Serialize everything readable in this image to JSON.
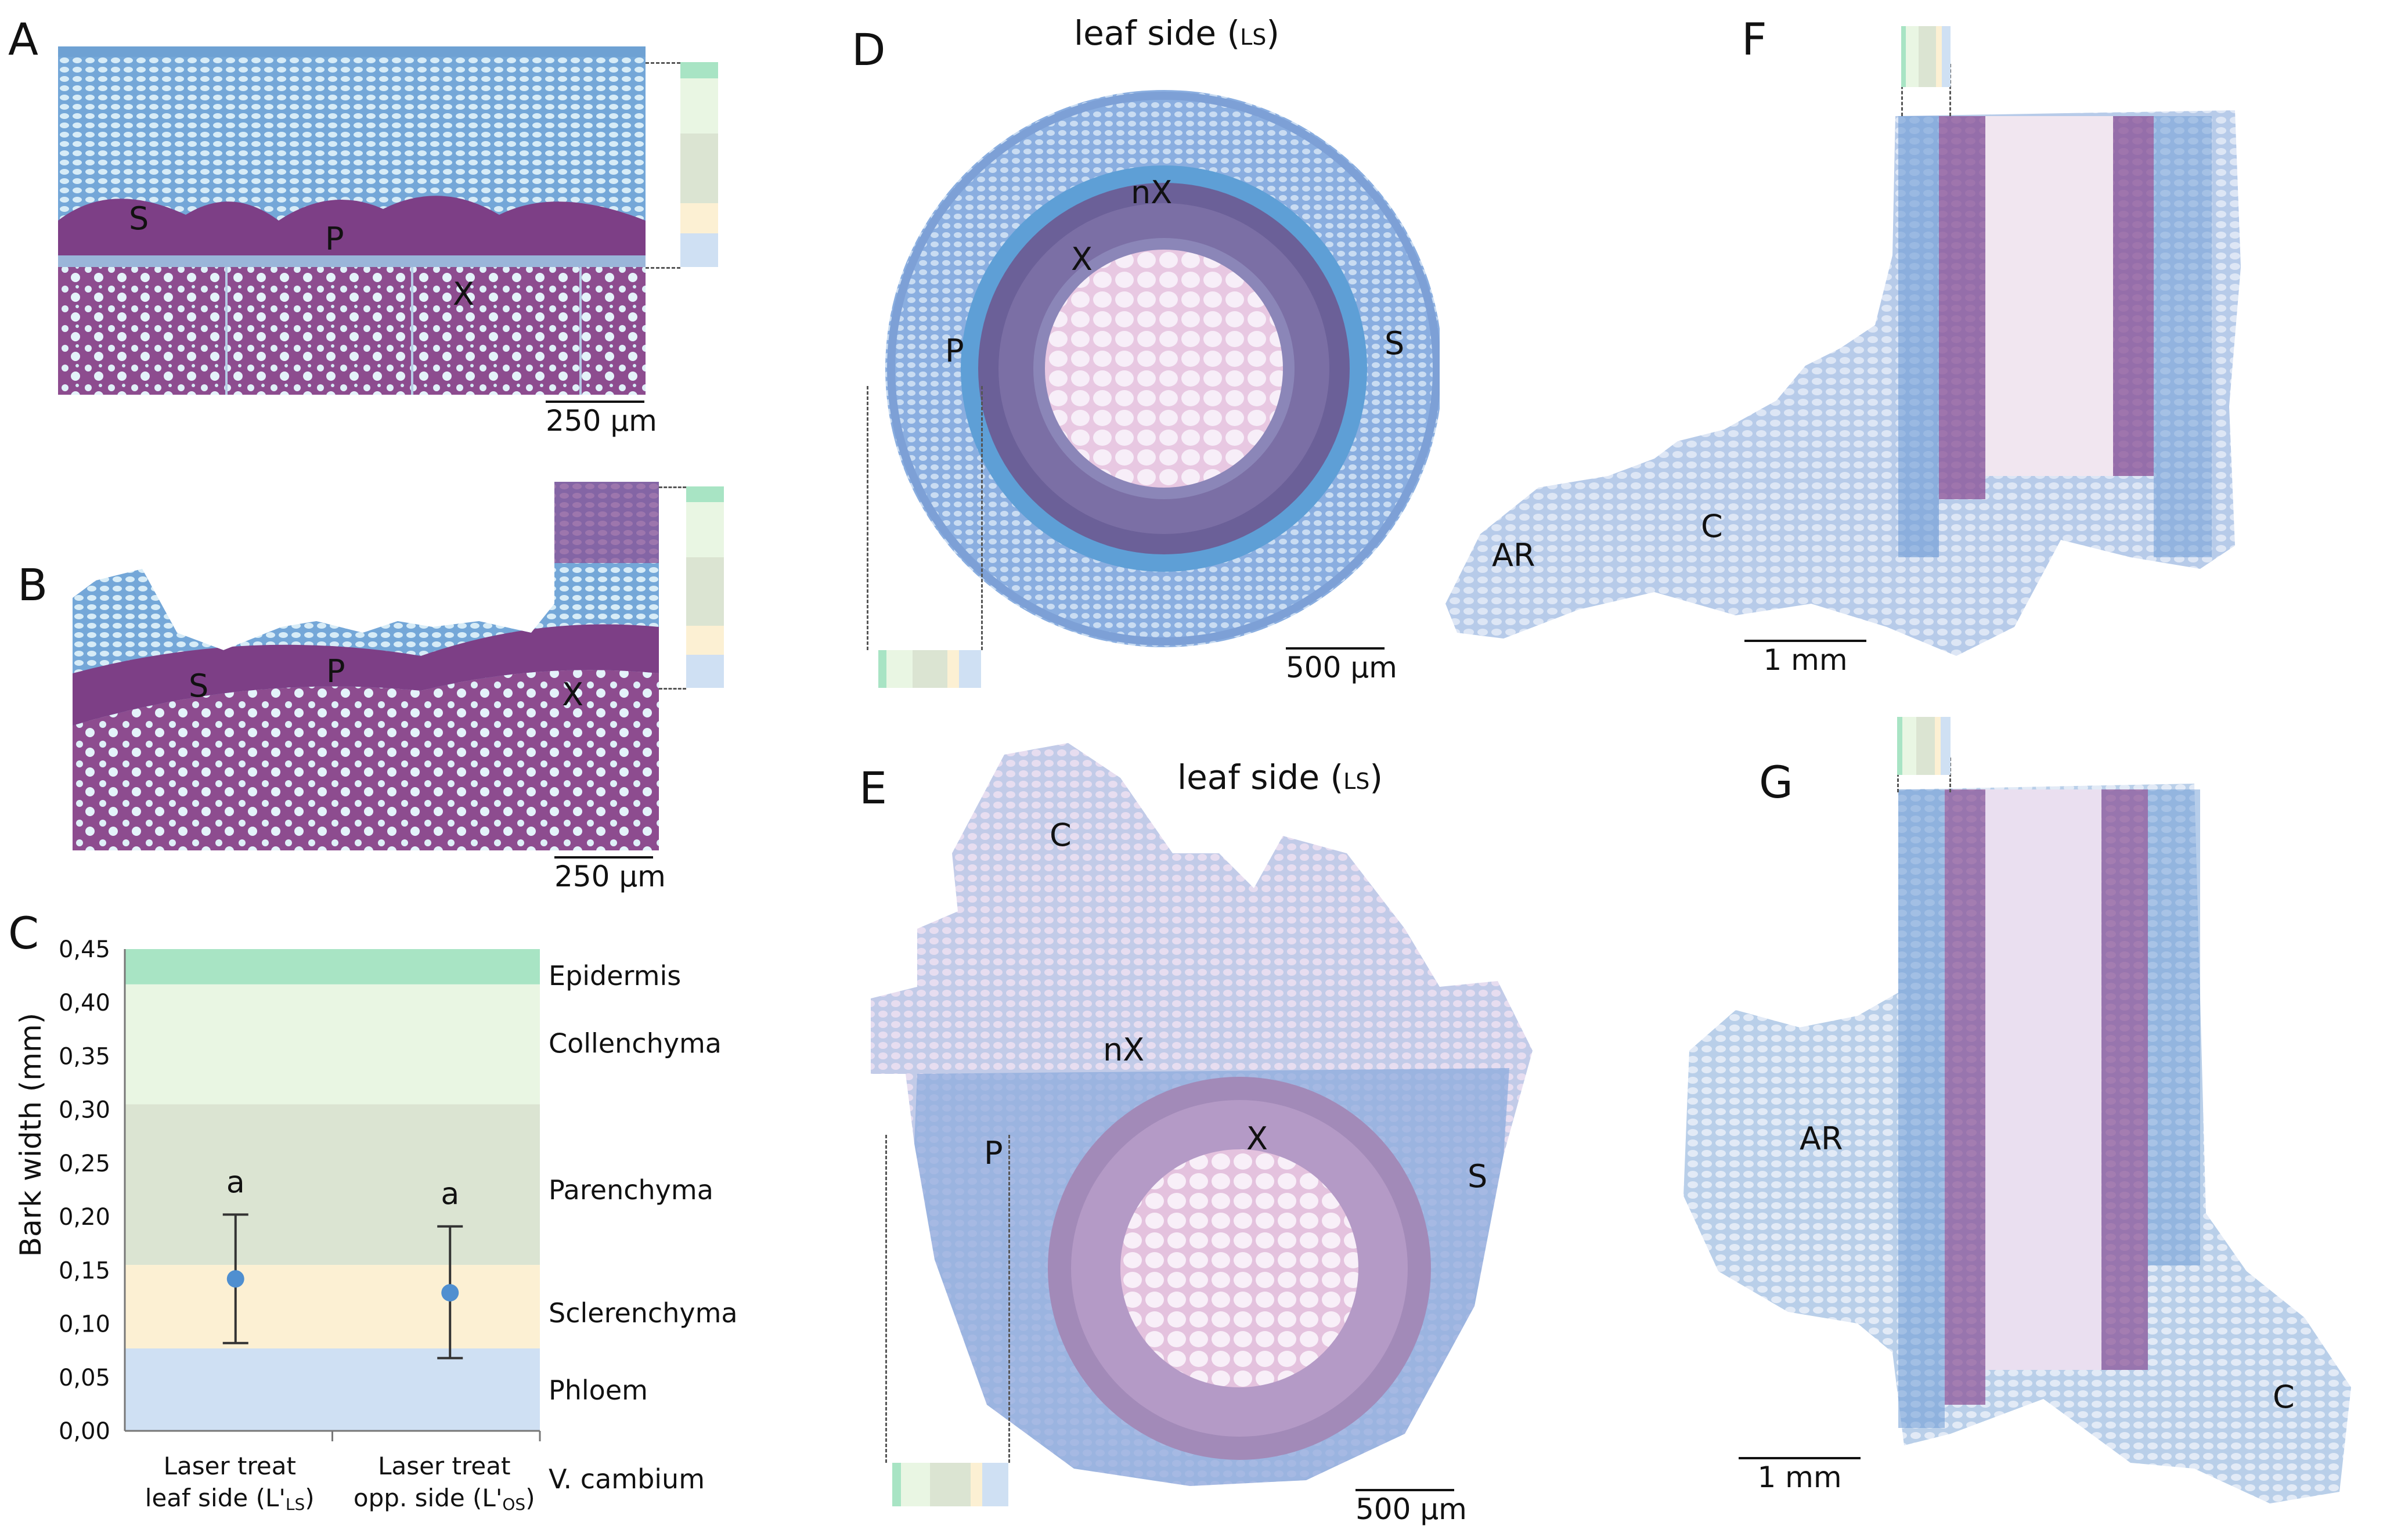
{
  "panels": {
    "A": {
      "letter": "A",
      "labels": {
        "S": "S",
        "P": "P",
        "X": "X"
      },
      "scale": "250 µm"
    },
    "B": {
      "letter": "B",
      "labels": {
        "S": "S",
        "P": "P",
        "X": "X"
      },
      "scale": "250 µm"
    },
    "C": {
      "letter": "C"
    },
    "D": {
      "letter": "D",
      "heading_main": "leaf side (",
      "heading_sub": "LS",
      "heading_end": ")",
      "labels": {
        "nX": "nX",
        "X": "X",
        "P": "P",
        "S": "S"
      },
      "scale": "500 µm"
    },
    "E": {
      "letter": "E",
      "heading_main": "leaf side (",
      "heading_sub": "LS",
      "heading_end": ")",
      "labels": {
        "C": "C",
        "nX": "nX",
        "P": "P",
        "X": "X",
        "S": "S"
      },
      "scale": "500 µm"
    },
    "F": {
      "letter": "F",
      "labels": {
        "AR": "AR",
        "C": "C"
      },
      "scale": "1 mm"
    },
    "G": {
      "letter": "G",
      "labels": {
        "AR": "AR",
        "C": "C"
      },
      "scale": "1 mm"
    }
  },
  "colors": {
    "epidermis": "#a8e4c4",
    "collenchyma": "#e9f6e3",
    "parenchyma": "#dbe4d2",
    "sclerenchyma": "#fcf0d3",
    "phloem": "#cfe0f3",
    "point": "#4f8fd0",
    "stain_purple": "#8a4f94",
    "stain_blue": "#7ab3dd",
    "stain_pink": "#e9c9df"
  },
  "chart_data": {
    "type": "scatter",
    "ylabel": "Bark width (mm)",
    "ylim": [
      0,
      0.45
    ],
    "yticks": [
      "0,00",
      "0,05",
      "0,10",
      "0,15",
      "0,20",
      "0,25",
      "0,30",
      "0,35",
      "0,40",
      "0,45"
    ],
    "categories": [
      {
        "line1": "Laser treat",
        "line2_main": "leaf side (L'",
        "line2_sub": "LS",
        "line2_end": ")"
      },
      {
        "line1": "Laser treat",
        "line2_main": "opp. side (L'",
        "line2_sub": "OS",
        "line2_end": ")"
      }
    ],
    "values": [
      0.142,
      0.129
    ],
    "error_low": [
      0.082,
      0.068
    ],
    "error_high": [
      0.202,
      0.191
    ],
    "significance": [
      "a",
      "a"
    ],
    "bands": [
      {
        "name": "Epidermis",
        "from": 0.417,
        "to": 0.45
      },
      {
        "name": "Collenchyma",
        "from": 0.305,
        "to": 0.417
      },
      {
        "name": "Parenchyma",
        "from": 0.155,
        "to": 0.305
      },
      {
        "name": "Sclerenchyma",
        "from": 0.077,
        "to": 0.155
      },
      {
        "name": "Phloem",
        "from": 0.0,
        "to": 0.077
      }
    ],
    "bottom_label": "V. cambium"
  }
}
